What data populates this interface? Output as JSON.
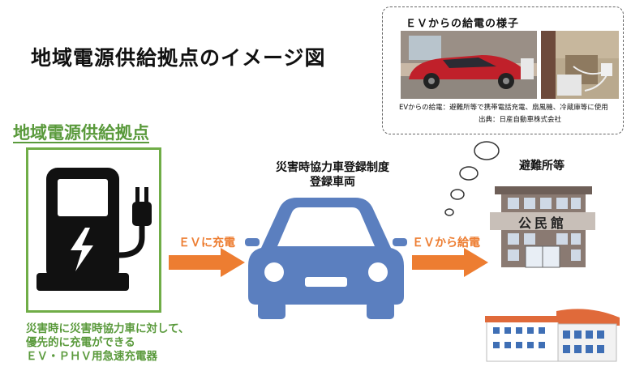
{
  "title": "地域電源供給拠点のイメージ図",
  "hub": {
    "heading": "地域電源供給拠点",
    "description": [
      "災害時に災害時協力車に対して、",
      "優先的に充電ができる",
      "ＥＶ・ＰＨＶ用急速充電器"
    ]
  },
  "arrows": {
    "charge_label": "ＥＶに充電",
    "supply_label": "ＥＶから給電"
  },
  "vehicle": {
    "caption_line1": "災害時協力車登録制度",
    "caption_line2": "登録車両"
  },
  "shelter": {
    "label": "避難所等",
    "building_sign": "公民館"
  },
  "bubble": {
    "title": "ＥＶからの給電の様子",
    "caption": "EVからの給電：避難所等で携帯電話充電、扇風機、冷蔵庫等に使用",
    "source": "出典：日産自動車株式会社"
  },
  "colors": {
    "green": "#70ad47",
    "orange": "#ed7d31",
    "car_blue": "#5b7fbf"
  }
}
